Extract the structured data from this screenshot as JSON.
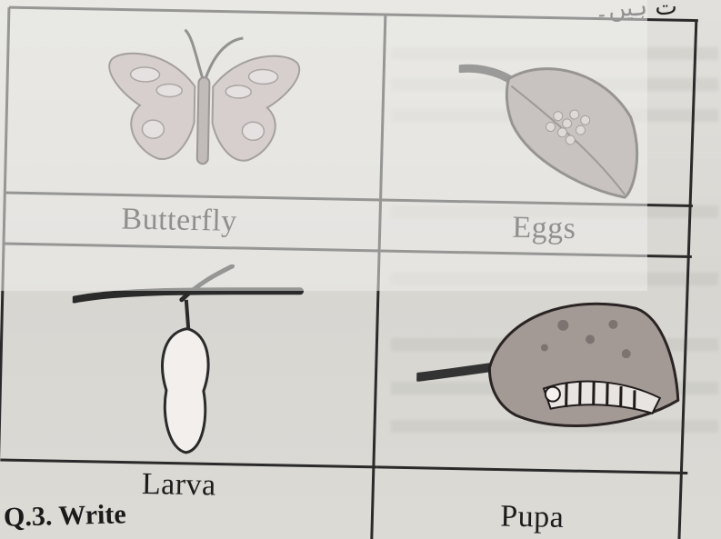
{
  "header": {
    "urdu_text": "ت ہیں۔"
  },
  "table": {
    "cells": [
      {
        "label": "Butterfly",
        "image": "butterfly-illustration"
      },
      {
        "label": "Eggs",
        "image": "leaf-with-eggs-illustration"
      },
      {
        "label": "Larva",
        "image": "chrysalis-on-twig-illustration"
      },
      {
        "label": "Pupa",
        "image": "caterpillar-on-leaf-illustration"
      }
    ]
  },
  "footer": {
    "question_fragment": "Q.3. Write"
  },
  "colors": {
    "ink": "#1c1c1c",
    "paper": "#dcdad5"
  }
}
